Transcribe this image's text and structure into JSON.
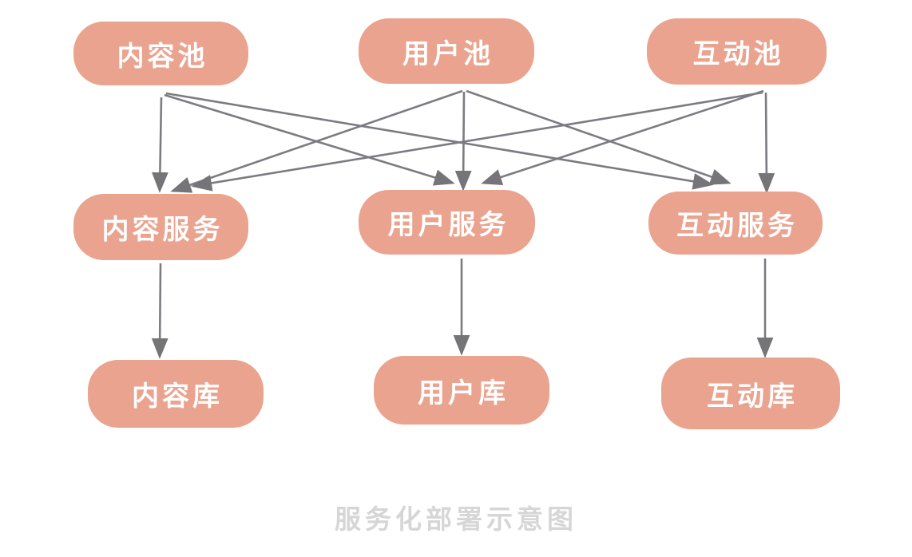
{
  "diagram": {
    "caption": "服务化部署示意图",
    "colors": {
      "node_fill": "#EAA38E",
      "node_text": "#FFFFFF",
      "arrow": "#73737A",
      "arrowhead": "#6C6C71",
      "caption_text": "#D6D6D6",
      "background": "#FFFFFF"
    },
    "nodes": [
      {
        "id": "content-pool",
        "label": "内容池",
        "tier": "pool",
        "domain": "content"
      },
      {
        "id": "user-pool",
        "label": "用户池",
        "tier": "pool",
        "domain": "user"
      },
      {
        "id": "interaction-pool",
        "label": "互动池",
        "tier": "pool",
        "domain": "interaction"
      },
      {
        "id": "content-service",
        "label": "内容服务",
        "tier": "service",
        "domain": "content"
      },
      {
        "id": "user-service",
        "label": "用户服务",
        "tier": "service",
        "domain": "user"
      },
      {
        "id": "interaction-service",
        "label": "互动服务",
        "tier": "service",
        "domain": "interaction"
      },
      {
        "id": "content-db",
        "label": "内容库",
        "tier": "database",
        "domain": "content"
      },
      {
        "id": "user-db",
        "label": "用户库",
        "tier": "database",
        "domain": "user"
      },
      {
        "id": "interaction-db",
        "label": "互动库",
        "tier": "database",
        "domain": "interaction"
      }
    ],
    "edges": [
      {
        "from": "content-pool",
        "to": "content-service"
      },
      {
        "from": "content-pool",
        "to": "user-service"
      },
      {
        "from": "content-pool",
        "to": "interaction-service"
      },
      {
        "from": "user-pool",
        "to": "content-service"
      },
      {
        "from": "user-pool",
        "to": "user-service"
      },
      {
        "from": "user-pool",
        "to": "interaction-service"
      },
      {
        "from": "interaction-pool",
        "to": "content-service"
      },
      {
        "from": "interaction-pool",
        "to": "user-service"
      },
      {
        "from": "interaction-pool",
        "to": "interaction-service"
      },
      {
        "from": "content-service",
        "to": "content-db"
      },
      {
        "from": "user-service",
        "to": "user-db"
      },
      {
        "from": "interaction-service",
        "to": "interaction-db"
      }
    ]
  }
}
